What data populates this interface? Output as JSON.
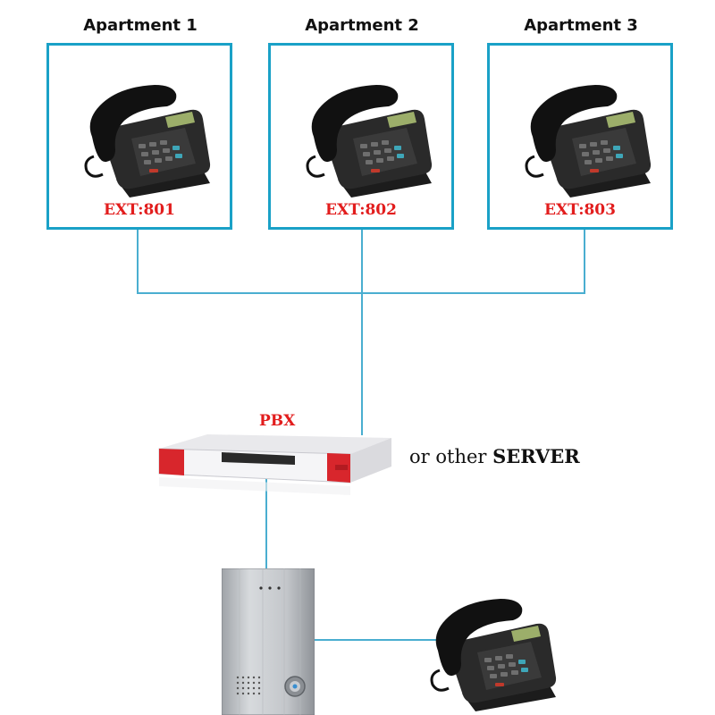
{
  "apartments": [
    {
      "title": "Apartment 1",
      "ext": "EXT:801"
    },
    {
      "title": "Apartment 2",
      "ext": "EXT:802"
    },
    {
      "title": "Apartment 3",
      "ext": "EXT:803"
    }
  ],
  "pbx": {
    "title": "PBX",
    "alt_prefix": "or other",
    "alt_emphasis": "SERVER"
  },
  "colors": {
    "wire": "#4aaed0",
    "box_border": "#1aa1c7",
    "ext_text": "#e21d1d",
    "pbx_accent": "#d8262c"
  },
  "icons": {
    "phone": "desk-phone-icon",
    "pbx_device": "pbx-server-icon",
    "door_intercom": "door-intercom-icon"
  }
}
